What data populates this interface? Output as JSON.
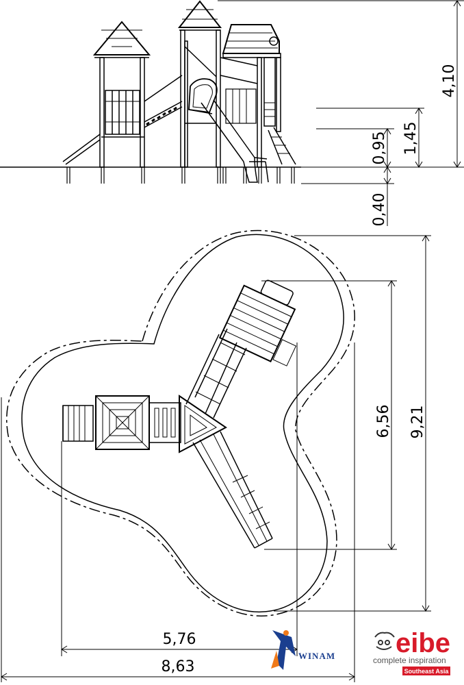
{
  "elevation_view": {
    "dimensions": {
      "total_height": "4,10",
      "tower_platform_height": "1,45",
      "low_platform_height": "0,95",
      "foundation_depth": "0,40"
    }
  },
  "plan_view": {
    "dimensions": {
      "inner_depth": "6,56",
      "outer_depth": "9,21",
      "inner_width": "5,76",
      "outer_width": "8,63"
    }
  },
  "logos": {
    "winam": {
      "wordmark": "WINAM"
    },
    "eibe": {
      "wordmark": "eibe",
      "tagline": "complete inspiration",
      "region_badge": "Southeast Asia",
      "brand_color": "#d81b2a"
    },
    "winam_colors": {
      "primary": "#1b3f8f",
      "accent": "#f07a1a"
    }
  }
}
